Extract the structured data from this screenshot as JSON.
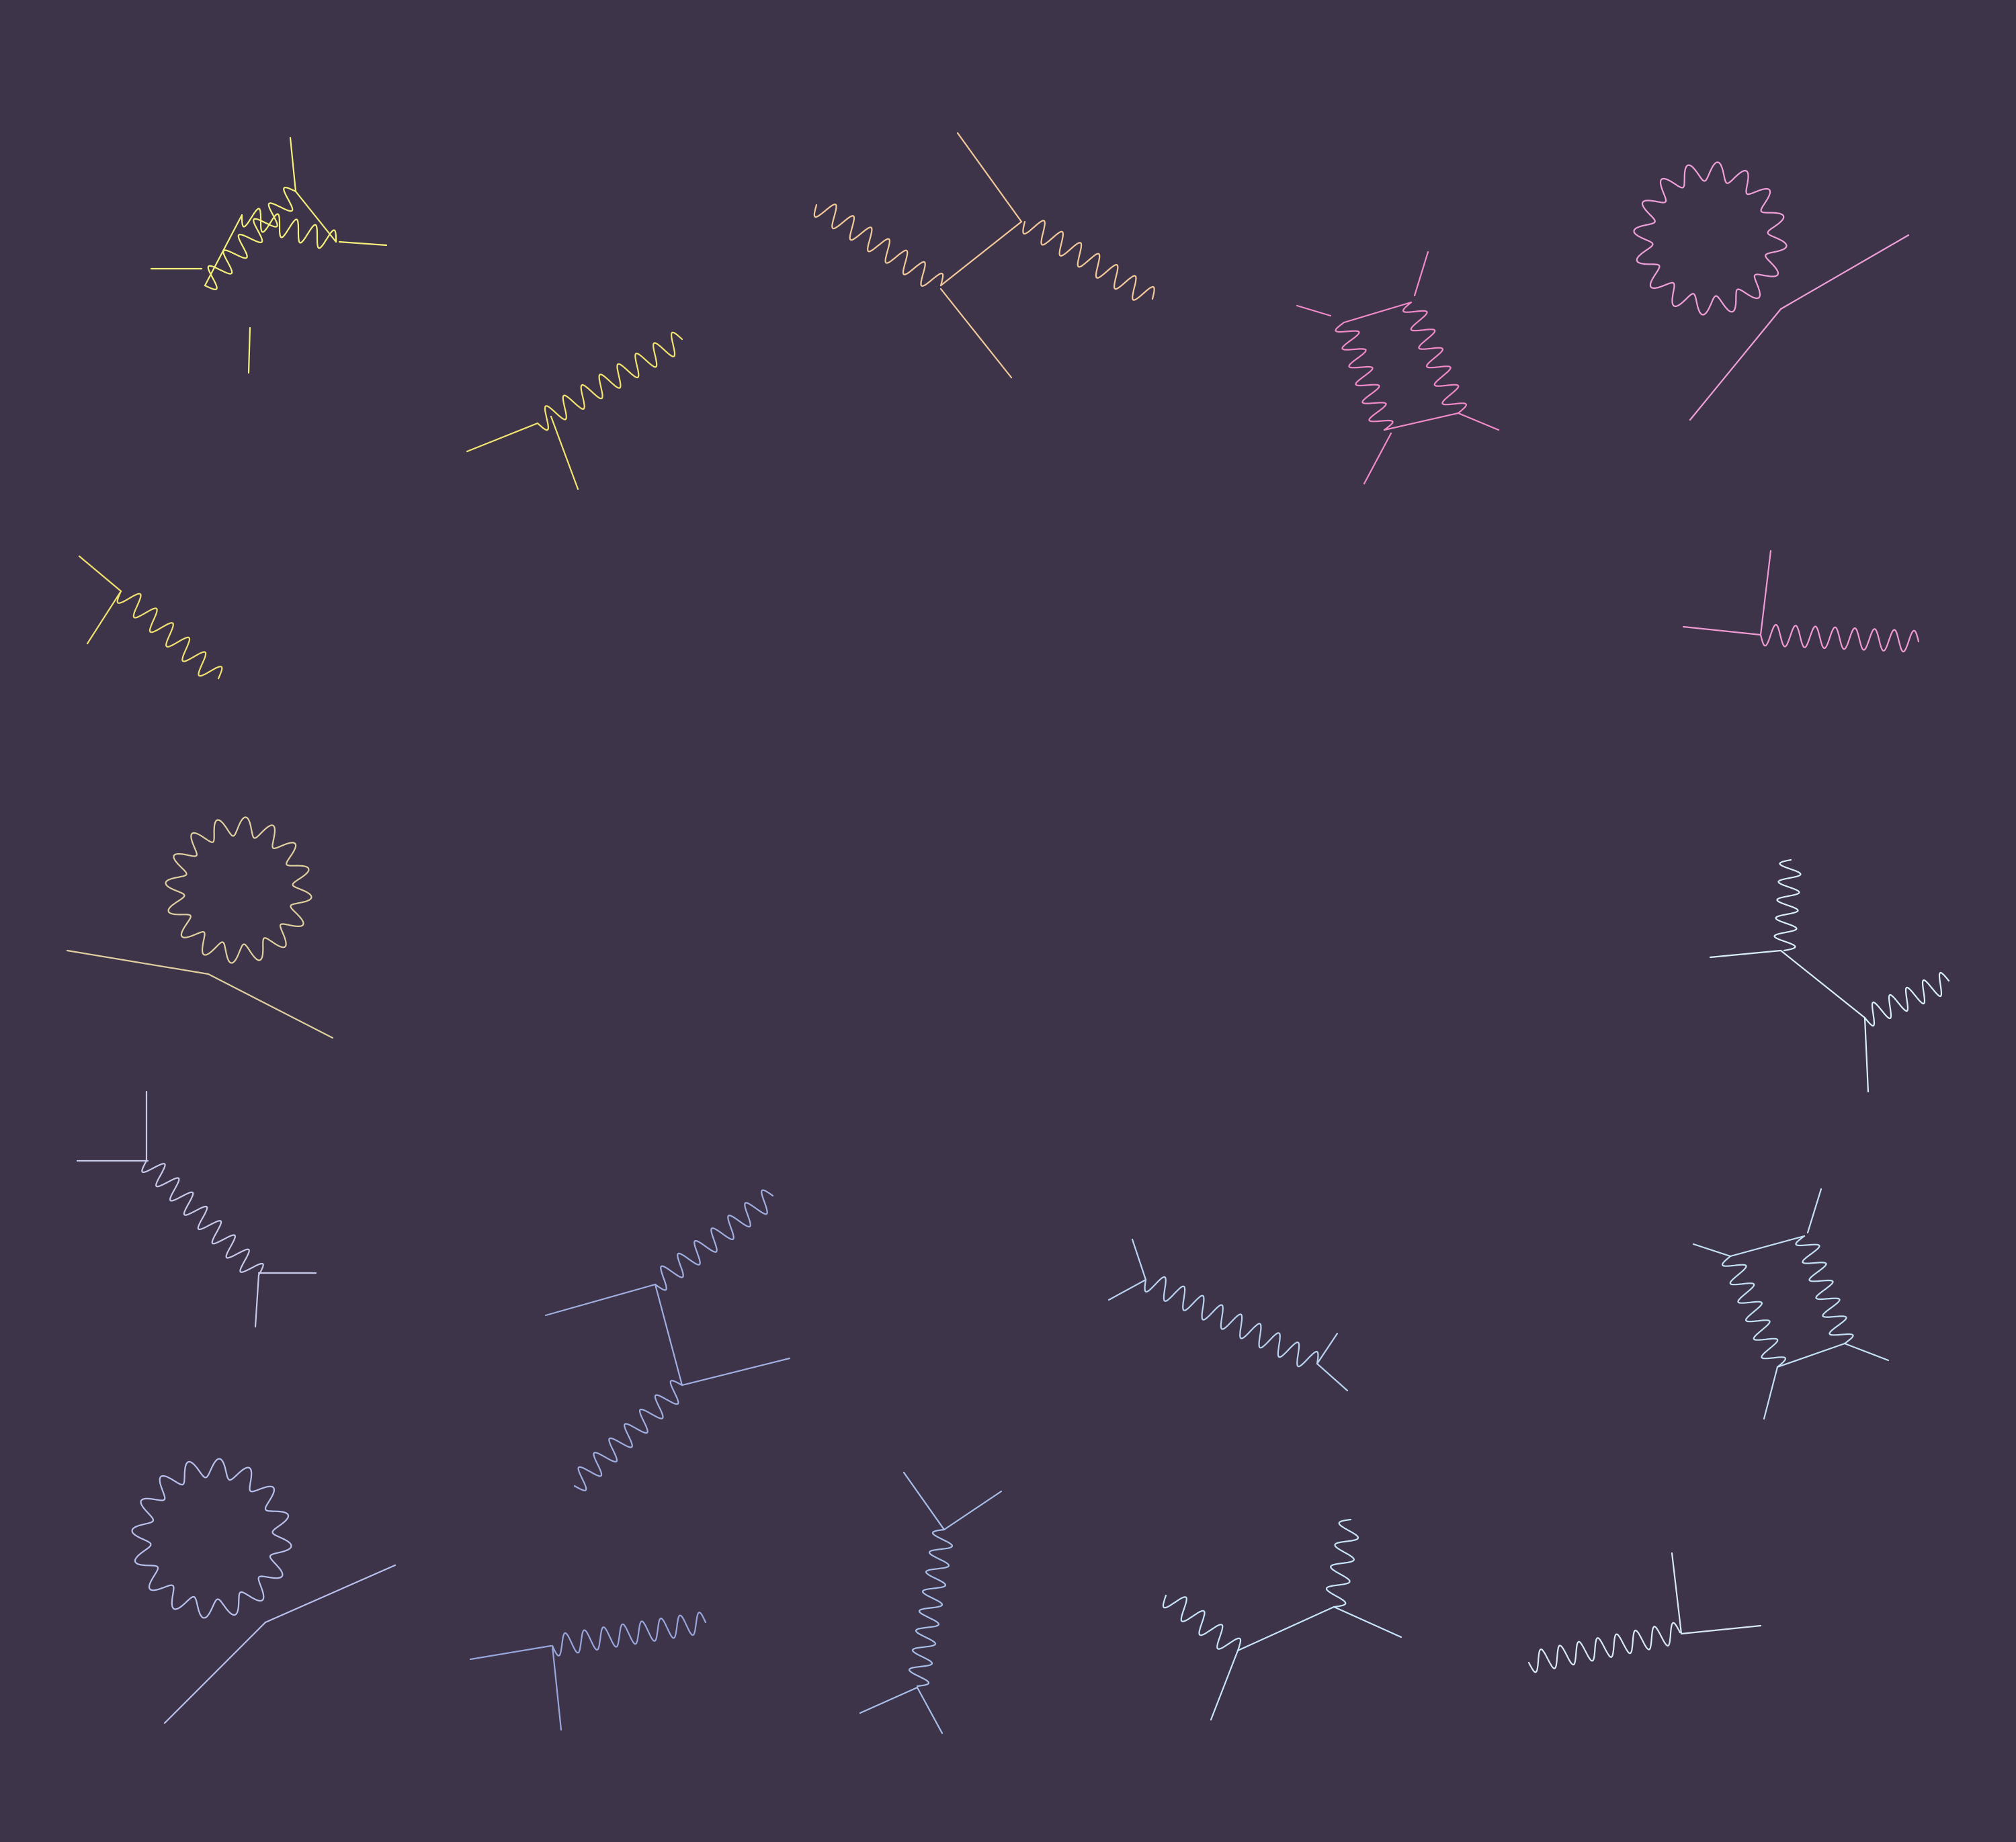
{
  "background": "#3d3449",
  "diagrams": [
    {
      "name": "box-diagram-yellow",
      "color": "#f5f07a"
    },
    {
      "name": "vertex-diagram-yellow",
      "color": "#f2e46e"
    },
    {
      "name": "vertex-diagram-yellow-small",
      "color": "#f0e070"
    },
    {
      "name": "t-channel-diagram-peach",
      "color": "#f3c99a"
    },
    {
      "name": "box-diagram-pink",
      "color": "#f08ac8"
    },
    {
      "name": "loop-diagram-pink",
      "color": "#f0a0d8"
    },
    {
      "name": "vertex-diagram-pink",
      "color": "#f09ad4"
    },
    {
      "name": "loop-diagram-beige",
      "color": "#e0d0a0"
    },
    {
      "name": "t-channel-diagram-lavender",
      "color": "#c8c8e8"
    },
    {
      "name": "t-channel-diagram-periwinkle",
      "color": "#a0aee0"
    },
    {
      "name": "s-channel-diagram-lightblue",
      "color": "#b8d2f0"
    },
    {
      "name": "box-diagram-lightblue",
      "color": "#c4e0f4"
    },
    {
      "name": "loop-diagram-lavender",
      "color": "#b8c0ec"
    },
    {
      "name": "vertex-diagram-blue",
      "color": "#98a6dc"
    },
    {
      "name": "s-channel-diagram-blue",
      "color": "#a8bee8"
    },
    {
      "name": "t-channel-diagram-iceblue",
      "color": "#c8e4f8"
    },
    {
      "name": "vertex-diagram-iceblue",
      "color": "#d8eefa"
    },
    {
      "name": "t-channel-diagram-pale",
      "color": "#d8e8f4"
    }
  ]
}
